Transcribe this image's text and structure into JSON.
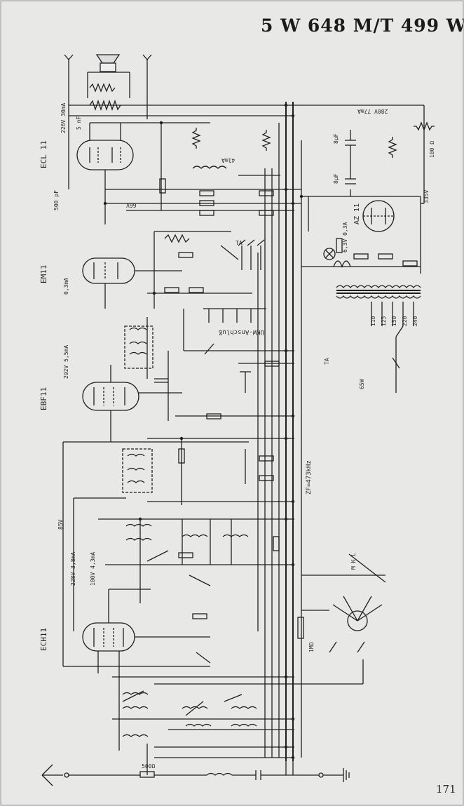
{
  "title": "5 W 648 M/T 499 W",
  "page_number": "171",
  "tubes": {
    "ecl": "ECL 11",
    "em": "EM11",
    "ebf": "EBF11",
    "ech": "ECH11",
    "az": "AZ 11"
  },
  "annotations": {
    "ukw": "UKW-Anschluß",
    "zf": "ZF=473kHz",
    "v85": "85V",
    "v228": "228V 3,8mA",
    "v100": "100V 4,3mA",
    "v292": "292V 5,5mA",
    "v226": "226V 30mA",
    "v280": "280V 77mA",
    "ma03": "0,3mA",
    "w65": "65W",
    "v335": "335V",
    "ma41": "41mA",
    "ua66": "66V",
    "ta": "TA",
    "t_a": "TA",
    "lamp": "6,3V 0,3A",
    "taps": [
      "110",
      "125",
      "150",
      "220",
      "240"
    ],
    "cap_500pf": "500 pF",
    "cap_5nf": "5 nF",
    "cap_8uf_a": "8µF",
    "cap_8uf_b": "8µF",
    "res_1m": "1MΩ",
    "res_500": "500Ω",
    "ohm_100": "100 Ω",
    "mkw": "M  K  L"
  },
  "colors": {
    "paper": "#e8e8e6",
    "ink": "#1f1f1f"
  }
}
